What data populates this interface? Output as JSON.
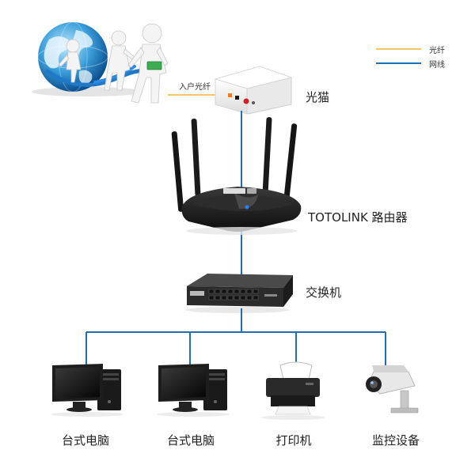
{
  "legend": {
    "items": [
      {
        "label": "光纤",
        "color": "#f2c66a"
      },
      {
        "label": "网线",
        "color": "#1f6fb5"
      }
    ]
  },
  "labels": {
    "fiber_in": "入户光纤",
    "modem": "光猫",
    "router": "TOTOLINK 路由器",
    "switch": "交换机"
  },
  "devices": [
    {
      "label": "台式电脑",
      "icon": "desktop-computer-icon"
    },
    {
      "label": "台式电脑",
      "icon": "desktop-computer-icon"
    },
    {
      "label": "打印机",
      "icon": "printer-icon"
    },
    {
      "label": "监控设备",
      "icon": "security-camera-icon"
    }
  ],
  "colors": {
    "fiber": "#f2c66a",
    "cable": "#1f6fb5"
  }
}
